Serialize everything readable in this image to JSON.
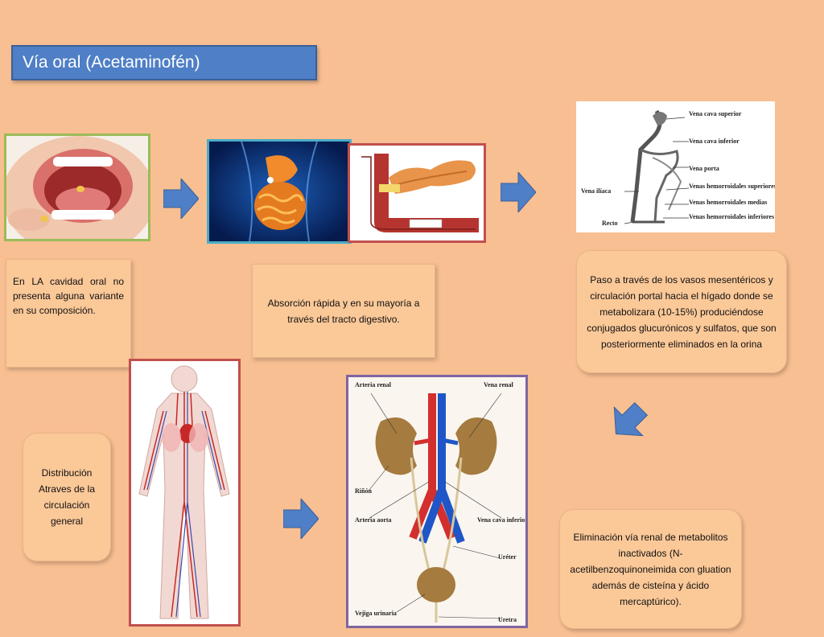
{
  "title": "Vía  oral (Acetaminofén)",
  "box_oral": "En LA cavidad oral no presenta alguna variante en su composición.",
  "box_absorption": "Absorción rápida y en su mayoría a través del tracto digestivo.",
  "box_portal": "Paso a través de los vasos mesentéricos y circulación portal hacia el hígado donde se metabolizara (10-15%) produciéndose conjugados glucurónicos y sulfatos, que son posteriormente eliminados en la orina",
  "box_distribution": "Distribución Atraves de la circulación general",
  "box_elimination": "Eliminación vía renal de metabolitos inactivados (N-acetilbenzoquinoneimida con gluation además de cisteína y ácido mercaptúrico).",
  "portal_labels": {
    "vena_cava_superior": "Vena cava superior",
    "vena_cava_inferior": "Vena cava inferior",
    "vena_porta": "Vena porta",
    "vena_iliaca": "Vena ilíaca",
    "hemorroidales_superiores": "Venas hemorroidales superiores",
    "hemorroidales_medias": "Venas hemorroidales medias",
    "hemorroidales_inferiores": "Venas hemorroidales inferiores",
    "recto": "Recto"
  },
  "kidney_labels": {
    "arteria_renal": "Arteria renal",
    "vena_renal": "Vena renal",
    "rinon": "Riñón",
    "arteria_aorta": "Arteria aorta",
    "vena_cava_inferior": "Vena cava inferior",
    "ureter": "Uréter",
    "vejiga": "Vejiga urinaria",
    "uretra": "Uretra"
  },
  "colors": {
    "background": "#f8bf92",
    "title_fill": "#4f7fc6",
    "arrow_fill": "#4f7fc6",
    "frame_green": "#9bbb59",
    "frame_blue": "#4bacc6",
    "frame_red": "#c0504d",
    "frame_purple": "#8064a2"
  }
}
